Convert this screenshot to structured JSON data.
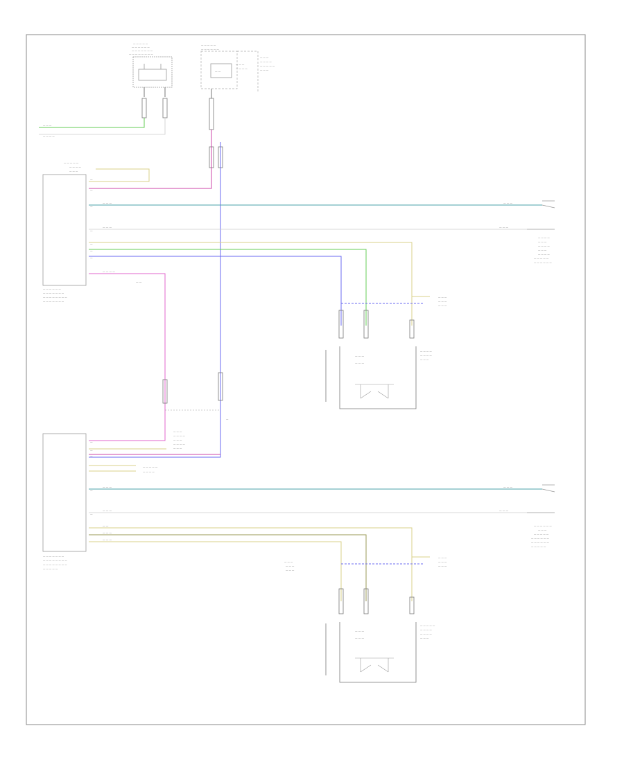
{
  "page_label": "",
  "colors": {
    "wire_green": "#66cc55",
    "wire_blue": "#6a6af0",
    "wire_teal": "#4aa0a8",
    "wire_yellow": "#d8d088",
    "wire_magenta": "#cc44aa",
    "wire_pink": "#e066cc",
    "wire_olive": "#9a9a55",
    "wire_white": "#cccccc",
    "frame": "#888888",
    "component": "#999999"
  },
  "icons": [
    "switch-symbol",
    "connector-symbol",
    "ground-symbol"
  ]
}
